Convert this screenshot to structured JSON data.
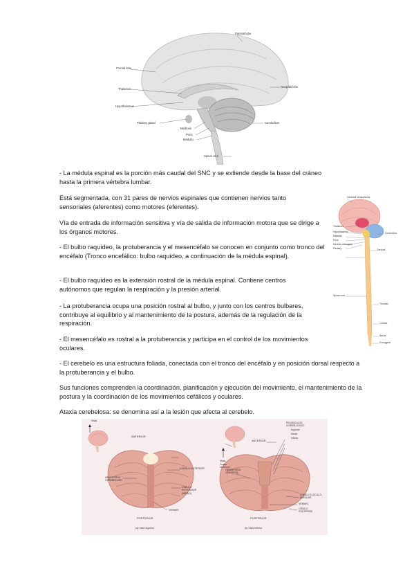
{
  "fig_brain": {
    "labels": {
      "parietal": "Parietal lobe",
      "frontal": "Frontal lobe",
      "occipital": "Occipital lobe",
      "thalamus": "Thalamus",
      "hypothalamus": "Hypothalamus",
      "cerebellum": "Cerebellum",
      "pituitary": "Pituitary gland",
      "midbrain": "Midbrain",
      "pons": "Pons",
      "medulla": "Medulla",
      "spinal_cord": "Spinal cord"
    }
  },
  "fig_spine": {
    "labels": {
      "hemispheres": "Cerebral hemispheres",
      "thalamus": "Thalamus",
      "hypothalamus": "Hypothalamus",
      "midbrain": "Midbrain",
      "pons": "Pons",
      "medulla": "Medulla oblongata",
      "pituitary": "Pituitary",
      "cerebellum": "Cerebellum",
      "spinal_cord": "Spinal cord",
      "cervical": "Cervical",
      "thoracic": "Thoracic",
      "lumbar": "Lumbar",
      "sacral": "Sacral",
      "coccygeal": "Coccygeal"
    }
  },
  "paragraphs": [
    "- La médula espinal es la porción más caudal del SNC y se extiende desde la base del cráneo hasta la primera vértebra lumbar.",
    "Está segmentada, con 31 pares de nervios espinales que contienen nervios tanto sensoriales (aferentes) como motores (eferentes).",
    "Vía de entrada de información sensitiva y vía de salida de información motora que se dirige a los órganos motores.",
    "- El bulbo raquídeo, la protuberancia y el mesencéfalo se conocen en conjunto como tronco del encéfalo (Tronco encefálico: bulbo raquídeo, a continuación de la médula espinal).",
    "- El bulbo raquídeo es la extensión rostral de la médula espinal. Contiene centros autónomos que regulan la respiración y la presión arterial.",
    "- La protuberancia ocupa una posición rostral al bulbo, y junto con los centros bulbares, contribuye al equilibrio y al mantenimiento de la postura, además de la regulación de la respiración.",
    "- El mesencéfalo es rostral a la protuberancia y participa en el control de los movimientos oculares.",
    "- El cerebelo es una estructura foliada, conectada con el tronco del encéfalo y en posición dorsal respecto a la protuberancia y el bulbo.",
    "Sus funciones comprenden la coordinación, planificación y ejecución del movimiento, el mantenimiento de la postura y la coordinación de los movimientos cefálicos y oculares.",
    "Ataxia cerebelosa: se denomina así a la lesión que afecta al cerebelo."
  ],
  "fig_cerebellum": {
    "a": {
      "vista": "Vista",
      "anterior": "ANTERIOR",
      "lobulo_anterior": "LÓBULO ANTERIOR",
      "hemisferio": "HEMISFERIO CEREBELOSO",
      "lobulo_posterior": "LÓBULO POSTERIOR (MEDIO)",
      "vermis": "VERMIS",
      "posterior": "POSTERIOR",
      "caption": "(a) Vista superior"
    },
    "b": {
      "vista": "Vista",
      "cuarto": "Cuarto ventrículo",
      "anterior": "ANTERIOR",
      "pedunculos": "PEDÚNCULOS CEREBELOSOS:",
      "superior": "Superior",
      "medio": "Medio",
      "inferior": "Inferior",
      "hemisferio": "HEMISFERIO CEREBRAL",
      "flocular": "LÓBULO FLÓCULO-NODULAR",
      "vermis": "VERMIS",
      "lobulo_posterior": "LÓBULO POSTERIOR",
      "posterior": "POSTERIOR",
      "caption": "(b) Vista inferior"
    }
  }
}
